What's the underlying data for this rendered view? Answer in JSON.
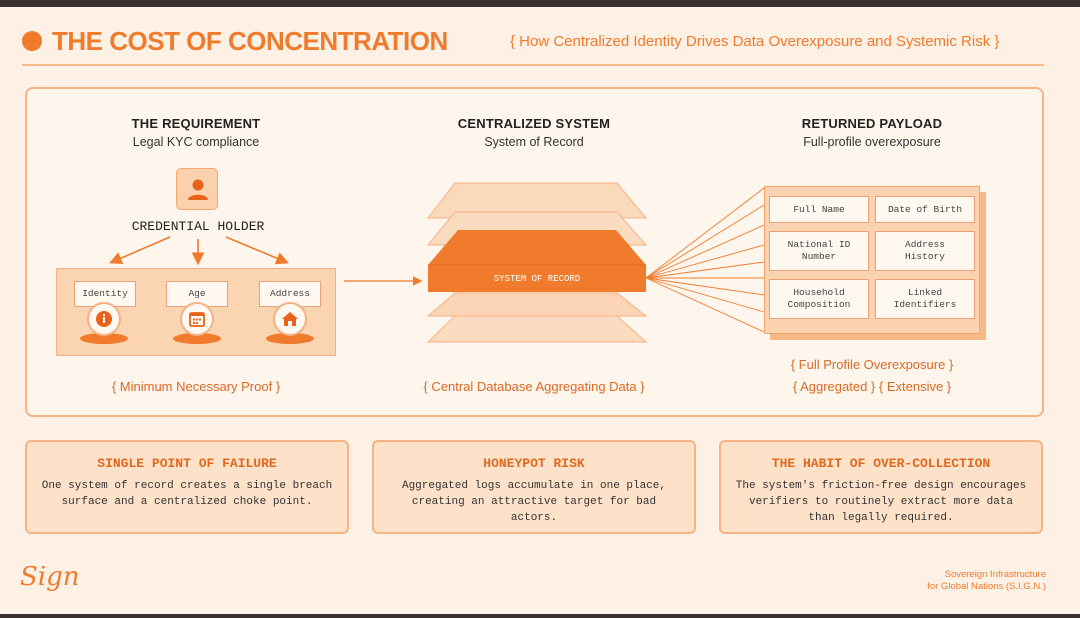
{
  "header": {
    "title": "THE COST OF CONCENTRATION",
    "subtitle": "{ How Centralized Identity Drives Data Overexposure and Systemic Risk }"
  },
  "columns": {
    "requirement": {
      "heading": "THE REQUIREMENT",
      "subheading": "Legal KYC compliance",
      "holder_label": "CREDENTIAL HOLDER",
      "proofs": [
        "Identity",
        "Age",
        "Address"
      ],
      "caption": "{ Minimum Necessary Proof }"
    },
    "centralized": {
      "heading": "CENTRALIZED SYSTEM",
      "subheading": "System of Record",
      "stack_label": "SYSTEM OF RECORD",
      "caption": "{ Central Database Aggregating Data }"
    },
    "payload": {
      "heading": "RETURNED PAYLOAD",
      "subheading": "Full-profile overexposure",
      "fields": [
        "Full Name",
        "Date of Birth",
        "National ID Number",
        "Address History",
        "Household Composition",
        "Linked Identifiers"
      ],
      "caption_1": "{ Full Profile Overexposure }",
      "caption_2": "{ Aggregated }  { Extensive }"
    }
  },
  "cards": [
    {
      "title": "SINGLE POINT OF FAILURE",
      "body": "One system of record creates a single breach surface and a centralized choke point."
    },
    {
      "title": "HONEYPOT RISK",
      "body": "Aggregated logs accumulate in one place, creating an attractive target for bad actors."
    },
    {
      "title": "THE HABIT OF OVER-COLLECTION",
      "body": "The system's friction-free design encourages verifiers to routinely extract more data than legally required."
    }
  ],
  "footer": {
    "logo": "Sign",
    "line_1": "Sovereign Infrastructure",
    "line_2": "for Global Nations (S.I.G.N.)"
  },
  "colors": {
    "accent": "#f07b2c",
    "light_accent": "#fbd5b2",
    "background": "#fdf1e6"
  }
}
